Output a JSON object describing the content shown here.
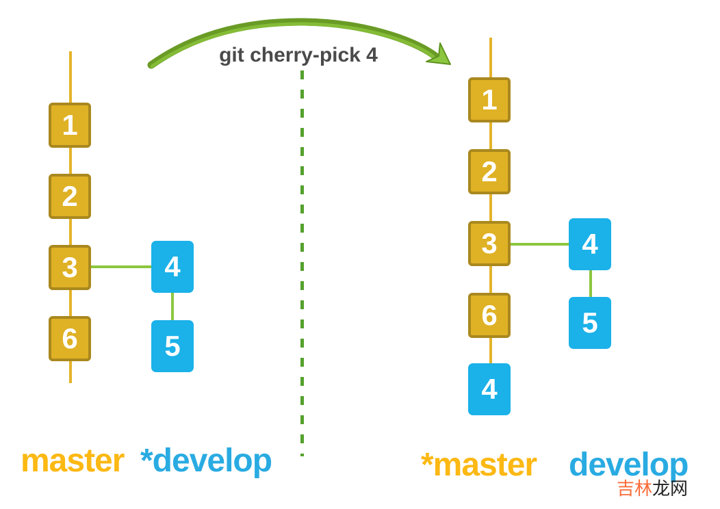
{
  "command": {
    "text": "git cherry-pick 4"
  },
  "left_graph": {
    "master": {
      "label": "master",
      "commits": [
        "1",
        "2",
        "3",
        "6"
      ]
    },
    "develop": {
      "label": "*develop",
      "commits": [
        "4",
        "5"
      ]
    }
  },
  "right_graph": {
    "master": {
      "label": "*master",
      "commits": [
        "1",
        "2",
        "3",
        "6"
      ],
      "cherry_picked_commit": "4"
    },
    "develop": {
      "label": "develop",
      "commits": [
        "4",
        "5"
      ]
    }
  },
  "watermark": {
    "text_orange": "吉林",
    "text_black": "龙网"
  },
  "colors": {
    "gold_fill": "#DFB125",
    "gold_border": "#A9881E",
    "gold_line": "#E3B32A",
    "gold_label": "#FCB813",
    "blue_fill": "#1BB1E9",
    "blue_label": "#29ABE2",
    "green_connector": "#8CC63F",
    "green_dash": "#55A12D",
    "arrow_main": "#699B25",
    "arrow_light": "#85BC37",
    "arrow_head": "#8CC63F",
    "arrow_head_border": "#5E9220",
    "command_color": "#4A4A4A",
    "watermark_orange": "#F96B38",
    "watermark_black": "#222222",
    "commit_text": "#FFFFFF"
  }
}
